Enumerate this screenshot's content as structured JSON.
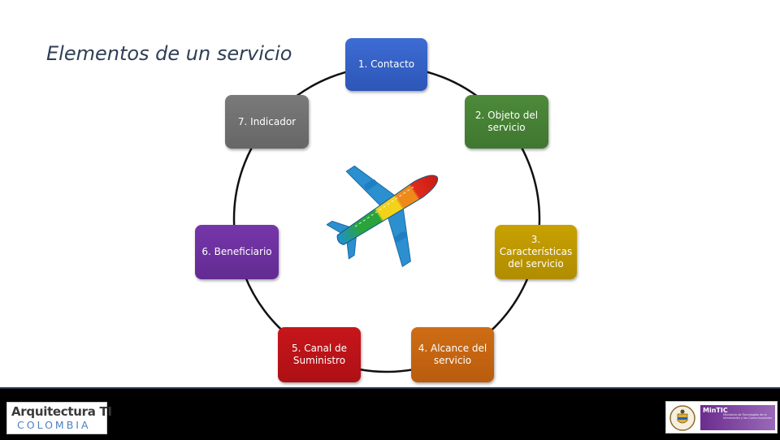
{
  "title": "Elementos de un servicio",
  "nodes": [
    {
      "id": 1,
      "label": "1. Contacto",
      "color": "#3461c8"
    },
    {
      "id": 2,
      "label": "2. Objeto del\nservicio",
      "color": "#4a8236"
    },
    {
      "id": 3,
      "label": "3.\nCaracterísticas\ndel servicio",
      "color": "#bf9900"
    },
    {
      "id": 4,
      "label": "4. Alcance del\nservicio",
      "color": "#c66312"
    },
    {
      "id": 5,
      "label": "5. Canal de\nSuministro",
      "color": "#bc1217"
    },
    {
      "id": 6,
      "label": "6. Beneficiario",
      "color": "#6d319e"
    },
    {
      "id": 7,
      "label": "7. Indicador",
      "color": "#717171"
    }
  ],
  "center_image": "airplane-icon",
  "footer": {
    "logo_left": {
      "line1": "Arquitectura TI",
      "line2": "COLOMBIA"
    },
    "logo_right": {
      "brand": "MinTIC",
      "subtitle": "Ministerio de Tecnologías de la Información y las Comunicaciones"
    }
  }
}
